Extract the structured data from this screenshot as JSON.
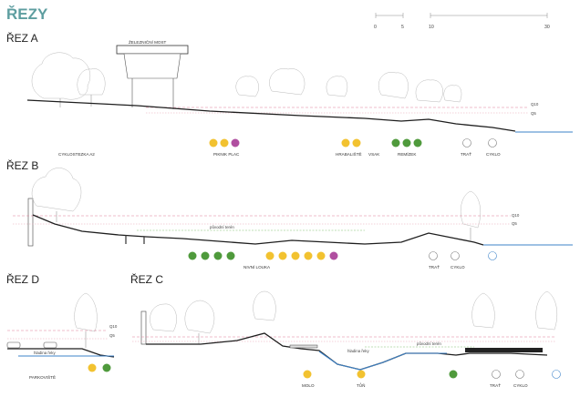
{
  "title": "ŘEZY",
  "scale_bar": {
    "ticks": [
      "0",
      "5",
      "10",
      "30"
    ]
  },
  "levels": {
    "q10": "Q10",
    "q5": "Q5",
    "original_terrain": "původní terén",
    "water_level": "hladina řeky"
  },
  "sections": {
    "a": {
      "name": "ŘEZ A",
      "bridge_label": "ŽELEZNIČNÍ MOST",
      "labels": [
        "CYKLOSTEZKA A2",
        "PIKNIK PLAC",
        "HRABALIŠTĚ",
        "VSAK",
        "REMÍZEK",
        "TRAŤ",
        "CYKLO"
      ]
    },
    "b": {
      "name": "ŘEZ B",
      "labels": [
        "NIVNÍ LOUKA",
        "TRAŤ",
        "CYKLO"
      ]
    },
    "c": {
      "name": "ŘEZ C",
      "labels": [
        "MOLO",
        "TŮŇ",
        "TRAŤ",
        "CYKLO"
      ]
    },
    "d": {
      "name": "ŘEZ D",
      "labels": [
        "PARKOVIŠTĚ"
      ]
    }
  },
  "colors": {
    "title": "#5e9ea0",
    "q10_line": "#e07f97",
    "q5_line": "#e8a4b4",
    "original_terrain": "#7fbf6d",
    "water": "#3d83c9",
    "icon_yellow": "#f2c230",
    "icon_green": "#4f9a3c",
    "icon_purple": "#b04fa0",
    "icon_blue": "#3d83c9"
  },
  "icons": [
    "piknik-icon",
    "hrabaliste-icon",
    "vsak-icon",
    "remizek-icon",
    "trat-icon",
    "cyklo-icon",
    "louka-icon",
    "parking-icon",
    "molo-icon",
    "tun-icon"
  ]
}
